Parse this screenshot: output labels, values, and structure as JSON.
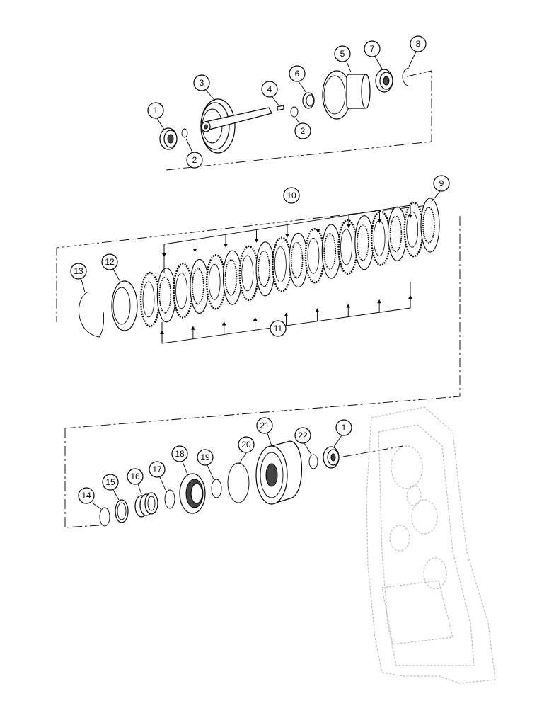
{
  "callouts": [
    {
      "id": "c1a",
      "label": "1"
    },
    {
      "id": "c2a",
      "label": "2"
    },
    {
      "id": "c3",
      "label": "3"
    },
    {
      "id": "c4",
      "label": "4"
    },
    {
      "id": "c6",
      "label": "6"
    },
    {
      "id": "c2b",
      "label": "2"
    },
    {
      "id": "c5",
      "label": "5"
    },
    {
      "id": "c7",
      "label": "7"
    },
    {
      "id": "c8",
      "label": "8"
    },
    {
      "id": "c9",
      "label": "9"
    },
    {
      "id": "c10",
      "label": "10"
    },
    {
      "id": "c11",
      "label": "11"
    },
    {
      "id": "c12",
      "label": "12"
    },
    {
      "id": "c13",
      "label": "13"
    },
    {
      "id": "c14",
      "label": "14"
    },
    {
      "id": "c15",
      "label": "15"
    },
    {
      "id": "c16",
      "label": "16"
    },
    {
      "id": "c17",
      "label": "17"
    },
    {
      "id": "c18",
      "label": "18"
    },
    {
      "id": "c19",
      "label": "19"
    },
    {
      "id": "c20",
      "label": "20"
    },
    {
      "id": "c21",
      "label": "21"
    },
    {
      "id": "c22",
      "label": "22"
    },
    {
      "id": "c1b",
      "label": "1"
    }
  ]
}
